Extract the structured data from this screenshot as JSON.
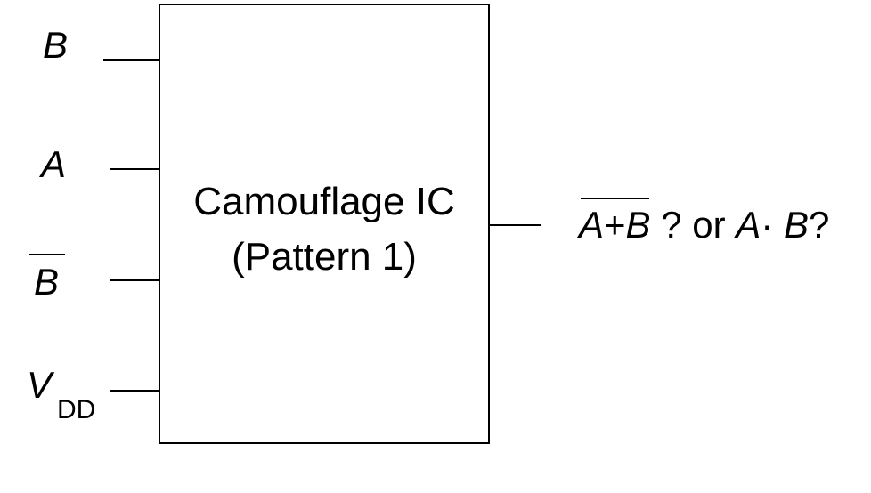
{
  "ic": {
    "title_line1": "Camouflage IC",
    "title_line2": "(Pattern 1)"
  },
  "inputs": {
    "b": "B",
    "a": "A",
    "b_bar": "B",
    "vdd_main": "V",
    "vdd_sub": "DD"
  },
  "output": {
    "nor_a": "A",
    "nor_op": "+",
    "nor_b": "B",
    "mid_text": " ? or ",
    "and_a": "A",
    "and_op": "· ",
    "and_b": "B",
    "end": "?"
  }
}
